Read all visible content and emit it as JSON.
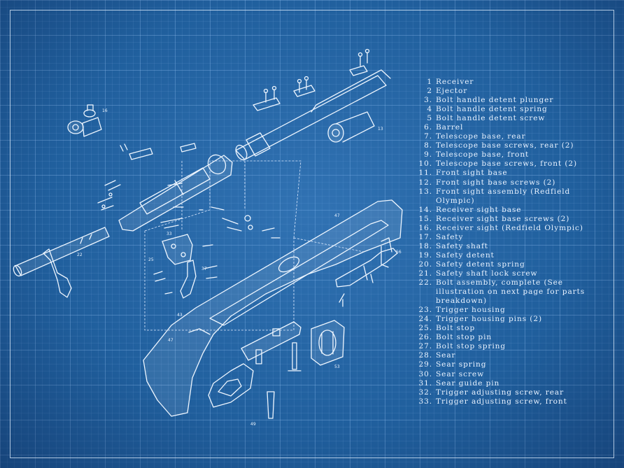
{
  "parts": [
    {
      "num": "1",
      "name": "Receiver"
    },
    {
      "num": "2",
      "name": "Ejector"
    },
    {
      "num": "3.",
      "name": "Bolt handle detent plunger"
    },
    {
      "num": "4",
      "name": "Bolt handle detent spring"
    },
    {
      "num": "5",
      "name": "Bolt handle detent screw"
    },
    {
      "num": "6.",
      "name": "Barrel"
    },
    {
      "num": "7.",
      "name": "Telescope base, rear"
    },
    {
      "num": "8.",
      "name": "Telescope base screws, rear (2)"
    },
    {
      "num": "9.",
      "name": "Telescope base, front"
    },
    {
      "num": "10.",
      "name": "Telescope base screws, front (2)"
    },
    {
      "num": "11.",
      "name": "Front sight base"
    },
    {
      "num": "12.",
      "name": "Front sight base screws (2)"
    },
    {
      "num": "13.",
      "name": "Front sight assembly (Redfield Olympic)"
    },
    {
      "num": "14.",
      "name": "Receiver sight base"
    },
    {
      "num": "15.",
      "name": "Receiver sight base screws (2)"
    },
    {
      "num": "16.",
      "name": "Receiver sight (Redfield Olympic)"
    },
    {
      "num": "17.",
      "name": "Safety"
    },
    {
      "num": "18.",
      "name": "Safety shaft"
    },
    {
      "num": "19.",
      "name": "Safety detent"
    },
    {
      "num": "20.",
      "name": "Safety detent spring"
    },
    {
      "num": "21.",
      "name": "Safety shaft lock screw"
    },
    {
      "num": "22.",
      "name": "Bolt assembly, complete (See illustration on next page for parts breakdown)"
    },
    {
      "num": "23.",
      "name": "Trigger housing"
    },
    {
      "num": "24.",
      "name": "Trigger housing pins (2)"
    },
    {
      "num": "25.",
      "name": "Bolt stop"
    },
    {
      "num": "26.",
      "name": "Bolt stop pin"
    },
    {
      "num": "27.",
      "name": "Bolt stop spring"
    },
    {
      "num": "28.",
      "name": "Sear"
    },
    {
      "num": "29.",
      "name": "Sear spring"
    },
    {
      "num": "30.",
      "name": "Sear screw"
    },
    {
      "num": "31.",
      "name": "Sear guide pin"
    },
    {
      "num": "32.",
      "name": "Trigger adjusting screw, rear"
    },
    {
      "num": "33.",
      "name": "Trigger adjusting screw, front"
    }
  ],
  "callouts": {
    "bolt": "22",
    "stock": "47",
    "stock_lower": "47",
    "receiver_sight": "16",
    "front_sight": "13",
    "trigger_guard": "49",
    "magazine": "53",
    "floorplate": "56",
    "small_a": "25",
    "small_b": "33",
    "small_c": "37",
    "small_d": "43"
  }
}
